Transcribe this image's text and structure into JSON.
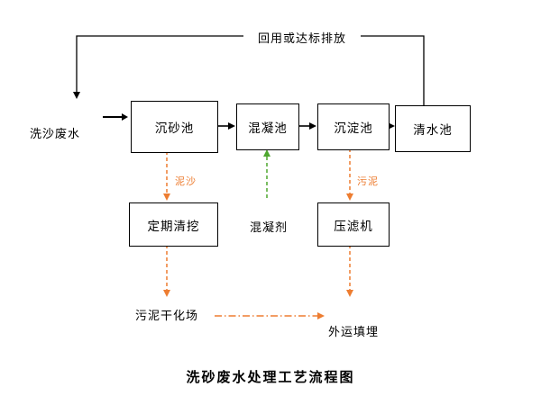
{
  "diagram": {
    "title": "洗砂废水处理工艺流程图",
    "source_label": "洗沙废水",
    "feedback_label": "回用或达标排放",
    "boxes": {
      "grit": "沉砂池",
      "coag": "混凝池",
      "sed": "沉淀池",
      "clear": "清水池",
      "dredge": "定期清挖",
      "press": "压滤机"
    },
    "edge_labels": {
      "sediment": "泥沙",
      "sludge": "污泥",
      "coagulant": "混凝剂"
    },
    "terminals": {
      "drying": "污泥干化场",
      "landfill": "外运填埋"
    },
    "colors": {
      "arrow_black": "#000000",
      "arrow_orange": "#ED7D31",
      "arrow_green": "#4EA72E"
    }
  }
}
